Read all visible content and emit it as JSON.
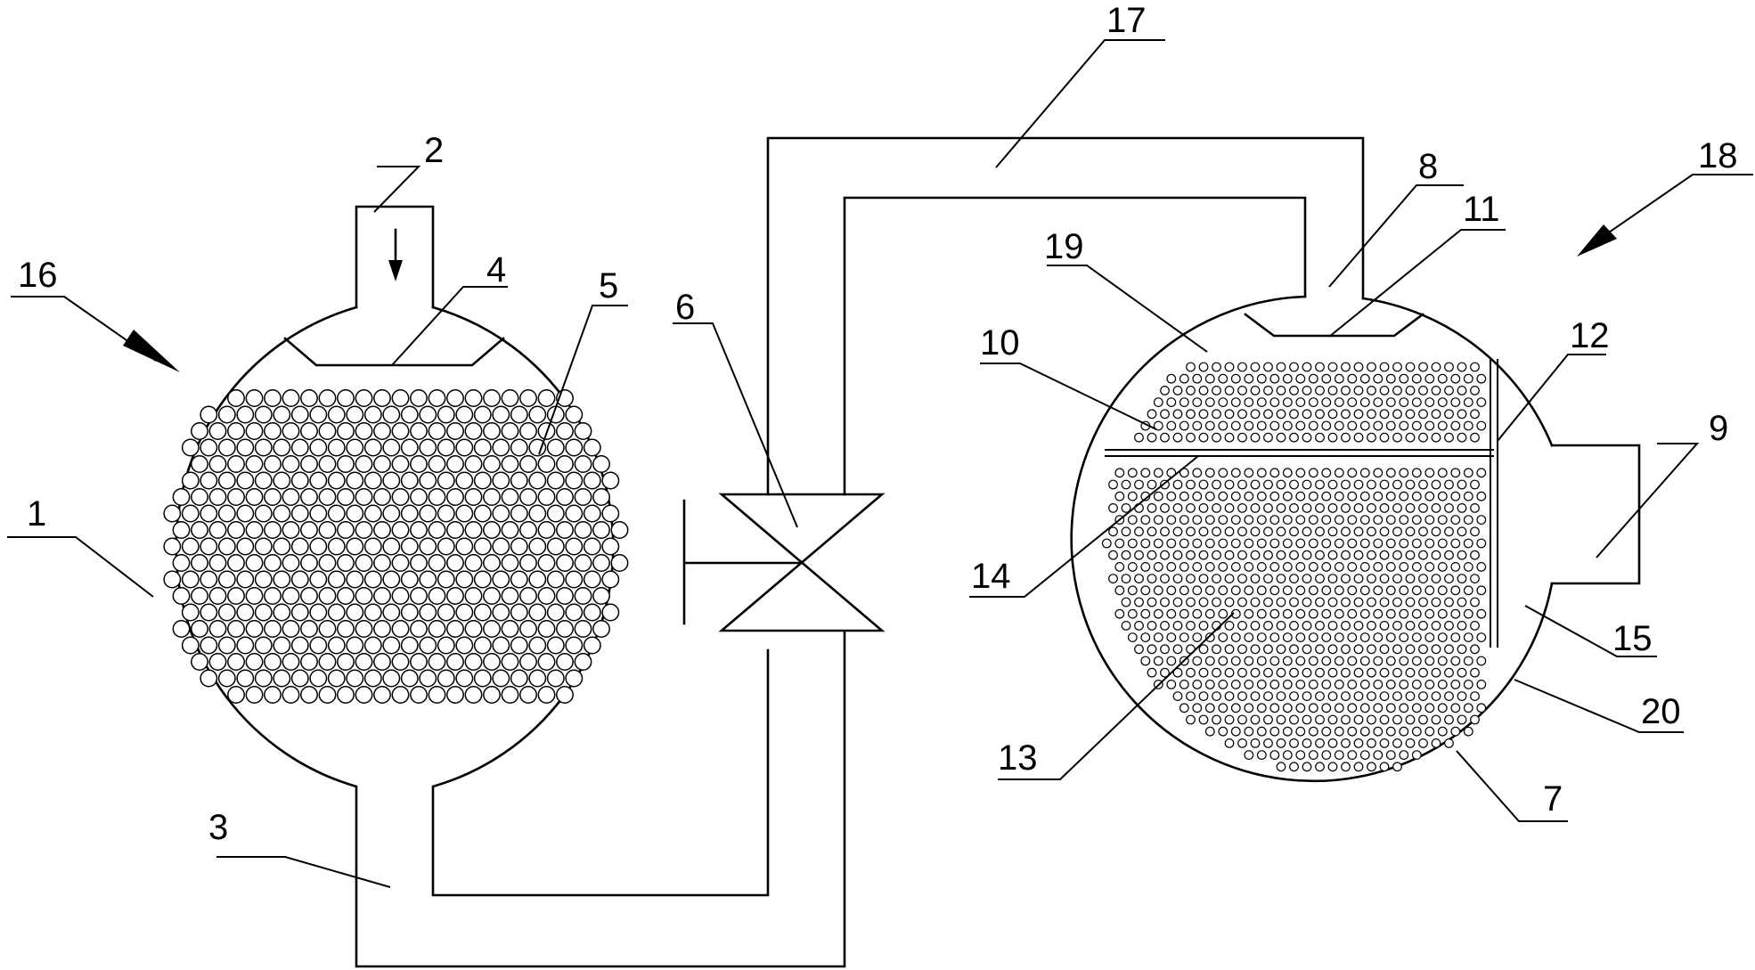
{
  "labels": [
    "1",
    "2",
    "3",
    "4",
    "5",
    "6",
    "7",
    "8",
    "9",
    "10",
    "11",
    "12",
    "13",
    "14",
    "15",
    "16",
    "17",
    "18",
    "19",
    "20"
  ],
  "colors": {
    "line": "#000000",
    "background": "#ffffff"
  }
}
